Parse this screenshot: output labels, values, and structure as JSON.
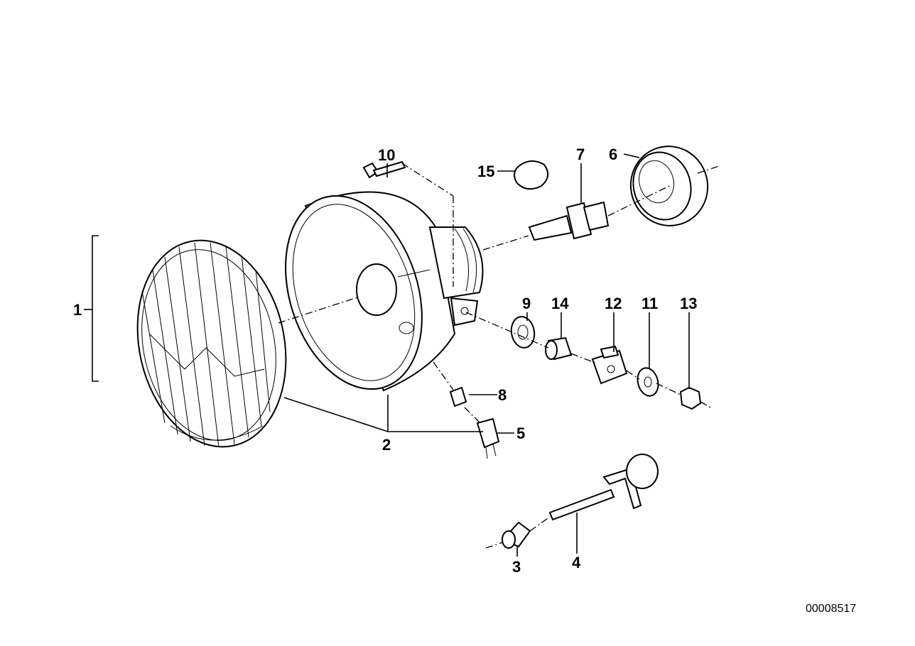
{
  "diagram": {
    "document_number": "00008517",
    "callouts": {
      "p1": "1",
      "p2": "2",
      "p3": "3",
      "p4": "4",
      "p5": "5",
      "p6": "6",
      "p7": "7",
      "p8": "8",
      "p9": "9",
      "p10": "10",
      "p11": "11",
      "p12": "12",
      "p13": "13",
      "p14": "14",
      "p15": "15"
    },
    "colors": {
      "ink": "#000000",
      "paper": "#ffffff"
    }
  }
}
